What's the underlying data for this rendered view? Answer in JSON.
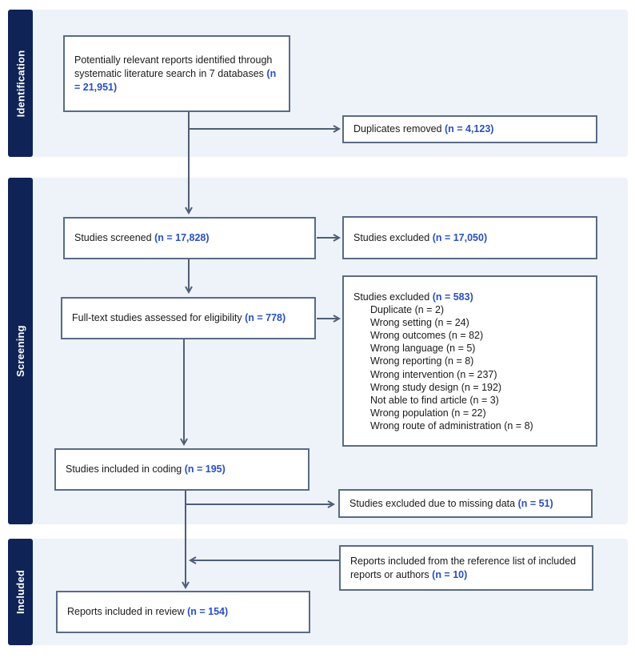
{
  "phases": {
    "identification": "Identification",
    "screening": "Screening",
    "included": "Included"
  },
  "boxes": {
    "identified": {
      "text": "Potentially relevant reports identified through systematic literature search in 7 databases",
      "n": "(n = 21,951)"
    },
    "duplicates": {
      "text": "Duplicates removed",
      "n": "(n = 4,123)"
    },
    "screened": {
      "text": "Studies screened",
      "n": "(n = 17,828)"
    },
    "excluded_screen": {
      "text": "Studies excluded",
      "n": "(n = 17,050)"
    },
    "fulltext": {
      "text": "Full-text studies assessed for eligibility",
      "n": "(n = 778)"
    },
    "excluded_fulltext": {
      "text": "Studies excluded",
      "n": "(n = 583)",
      "reasons": [
        "Duplicate (n = 2)",
        "Wrong setting (n = 24)",
        "Wrong outcomes (n = 82)",
        "Wrong language (n = 5)",
        "Wrong reporting (n = 8)",
        "Wrong intervention (n = 237)",
        "Wrong study design (n = 192)",
        "Not able to find article (n = 3)",
        "Wrong population (n = 22)",
        "Wrong route of administration (n = 8)"
      ]
    },
    "coding": {
      "text": "Studies included in coding",
      "n": "(n = 195)"
    },
    "missing": {
      "text": "Studies excluded due to missing data",
      "n": "(n = 51)"
    },
    "reference": {
      "text": "Reports included from the reference list of included reports or authors",
      "n": "(n = 10)"
    },
    "review": {
      "text": "Reports included in review",
      "n": "(n = 154)"
    }
  }
}
